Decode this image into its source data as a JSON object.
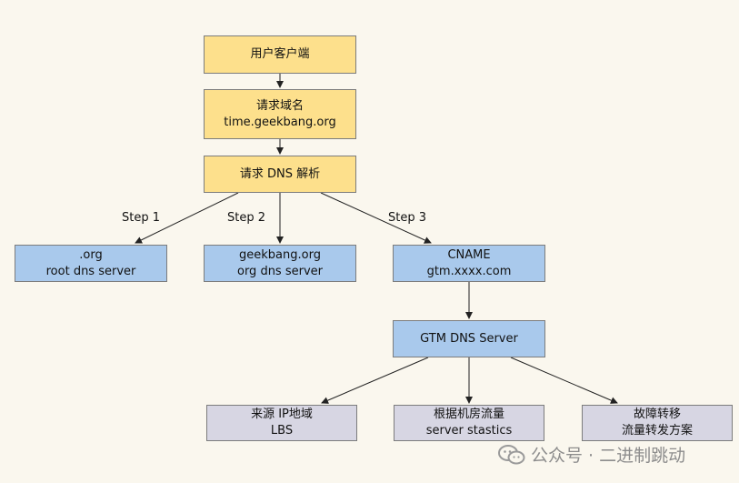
{
  "nodes": {
    "client": {
      "line1": "用户客户端"
    },
    "request_domain": {
      "line1": "请求域名",
      "line2": "time.geekbang.org"
    },
    "request_dns": {
      "line1": "请求 DNS 解析"
    },
    "root_dns": {
      "line1": ".org",
      "line2": "root dns server"
    },
    "org_dns": {
      "line1": "geekbang.org",
      "line2": "org dns server"
    },
    "cname": {
      "line1": "CNAME",
      "line2": "gtm.xxxx.com"
    },
    "gtm_dns": {
      "line1": "GTM DNS Server"
    },
    "source_ip": {
      "line1": "来源 IP地域",
      "line2": "LBS"
    },
    "room_traffic": {
      "line1": "根据机房流量",
      "line2": "server stastics"
    },
    "failover": {
      "line1": "故障转移",
      "line2": "流量转发方案"
    }
  },
  "edge_labels": {
    "step1": "Step 1",
    "step2": "Step 2",
    "step3": "Step 3"
  },
  "watermark": {
    "text": "公众号 · 二进制跳动",
    "icon": "wechat-icon"
  },
  "colors": {
    "background": "#faf7ee",
    "yellow_node": "#fde08c",
    "blue_node": "#a9c9ec",
    "gray_node": "#d7d6e3"
  }
}
